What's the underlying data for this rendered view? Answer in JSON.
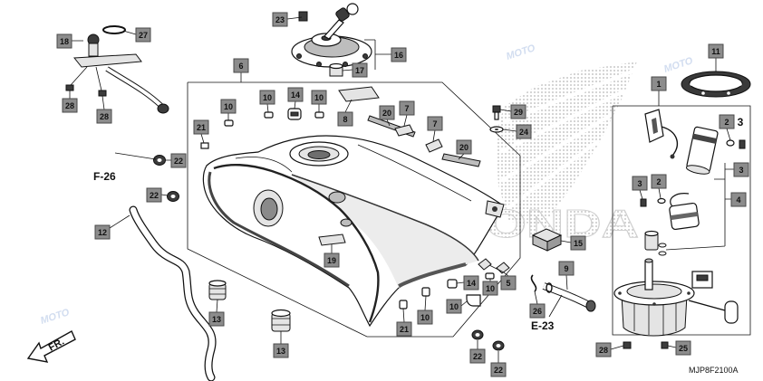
{
  "diagram": {
    "callouts": [
      "23",
      "16",
      "17",
      "18",
      "27",
      "28",
      "28",
      "6",
      "10",
      "10",
      "14",
      "10",
      "8",
      "20",
      "7",
      "7",
      "20",
      "29",
      "24",
      "21",
      "22",
      "22",
      "12",
      "11",
      "1",
      "2",
      "3",
      "3",
      "4",
      "3",
      "2",
      "15",
      "9",
      "26",
      "19",
      "5",
      "10",
      "14",
      "10",
      "10",
      "21",
      "13",
      "13",
      "22",
      "22",
      "28",
      "25"
    ],
    "refs": {
      "frame": "F-26",
      "pump": "E-23"
    },
    "front_label": "FR.",
    "drawing_code": "MJP8F2100A",
    "watermarks": {
      "brand": "HONDA",
      "site": "MOTO"
    }
  },
  "colors": {
    "callout_fill": "#8c8c8c",
    "callout_border": "#4a4a4a",
    "line": "#111111",
    "watermark": "#c8c8c8"
  }
}
